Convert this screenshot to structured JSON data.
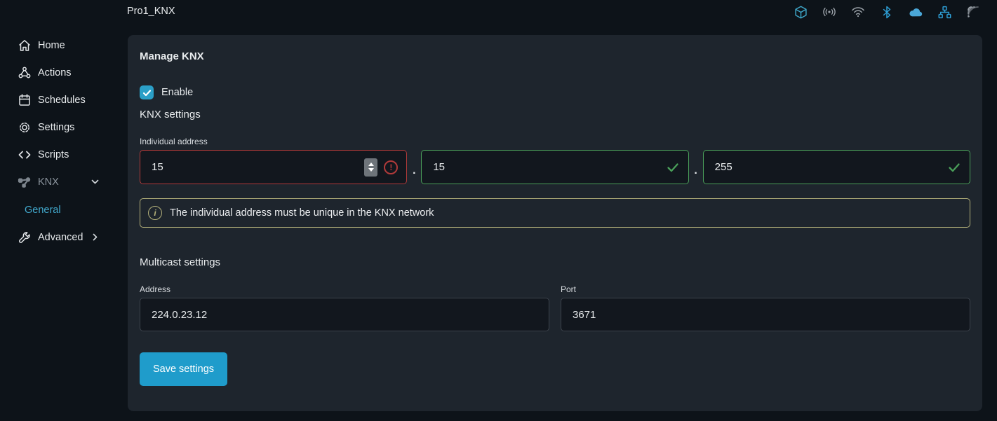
{
  "topbar": {
    "title": "Pro1_KNX",
    "status_icons": [
      "package-icon",
      "broadcast-icon",
      "wifi-icon",
      "bluetooth-icon",
      "cloud-icon",
      "lan-icon",
      "signal-icon"
    ]
  },
  "sidebar": {
    "items": [
      {
        "label": "Home",
        "icon": "home-icon"
      },
      {
        "label": "Actions",
        "icon": "actions-icon"
      },
      {
        "label": "Schedules",
        "icon": "calendar-icon"
      },
      {
        "label": "Settings",
        "icon": "gear-icon"
      },
      {
        "label": "Scripts",
        "icon": "code-icon"
      },
      {
        "label": "KNX",
        "icon": "knx-icon",
        "expanded": true
      }
    ],
    "knx_subitems": [
      {
        "label": "General",
        "active": true
      }
    ],
    "advanced": {
      "label": "Advanced",
      "icon": "wrench-icon"
    }
  },
  "main": {
    "heading": "Manage KNX",
    "enable_label": "Enable",
    "enable_checked": true,
    "knx_settings_label": "KNX settings",
    "individual_address": {
      "label": "Individual address",
      "separator": ".",
      "fields": [
        {
          "value": "15",
          "state": "error"
        },
        {
          "value": "15",
          "state": "valid"
        },
        {
          "value": "255",
          "state": "valid"
        }
      ]
    },
    "info_message": "The individual address must be unique in the KNX network",
    "multicast": {
      "heading": "Multicast settings",
      "address_label": "Address",
      "address_value": "224.0.23.12",
      "port_label": "Port",
      "port_value": "3671"
    },
    "save_button": "Save settings"
  },
  "colors": {
    "accent": "#1f9ccb",
    "checkbox": "#2b9fc7",
    "active-link": "#41a8cc",
    "error": "#b13a3a",
    "valid": "#4aa05a",
    "info": "#b3b07a",
    "panel-bg": "#1e252d",
    "page-bg": "#0d1319"
  }
}
